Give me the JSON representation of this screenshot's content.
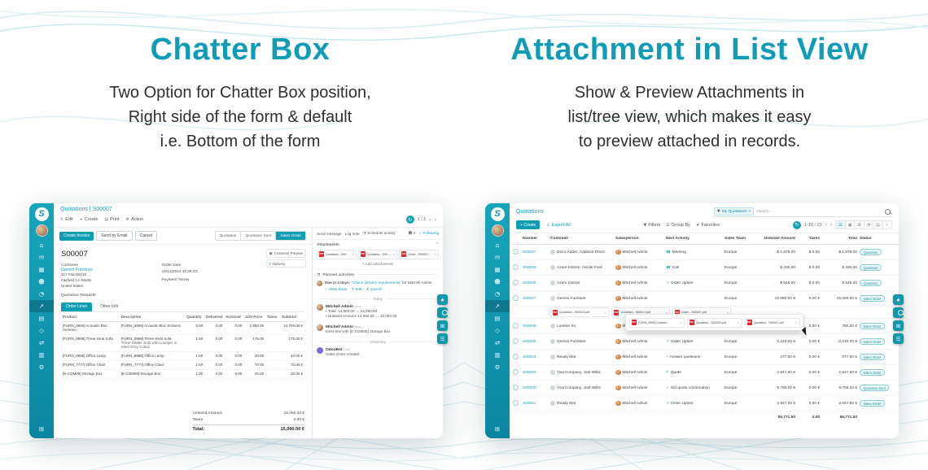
{
  "features": {
    "chatter": {
      "title": "Chatter Box",
      "subtitle": [
        "Two Option for Chatter Box position,",
        "Right side of the form & default",
        "i.e. Bottom of the form"
      ]
    },
    "attachment": {
      "title": "Attachment in List View",
      "subtitle": [
        "Show & Preview Attachments in",
        "list/tree view, which makes it easy",
        "to preview attached in records."
      ]
    }
  },
  "sidebar": {
    "logo": "S"
  },
  "form_app": {
    "breadcrumb": "Quotations | S00007",
    "toolbar": {
      "edit": "Edit",
      "create": "Create",
      "print": "Print",
      "action": "Action",
      "pager": "1 / 1"
    },
    "header": {
      "create_invoice": "Create Invoice",
      "send_by_email": "Send by Email",
      "cancel": "Cancel",
      "statusbar": [
        "Quotation",
        "Quotation Sent",
        "Sales Order"
      ]
    },
    "smart_buttons": {
      "preview": "Customer Preview",
      "delivery_count": "2",
      "delivery": "Delivery"
    },
    "record": {
      "name": "S00007",
      "customer_label": "Customer",
      "customer_name": "Gemini Furniture",
      "address": [
        "317 Fairchild Dr",
        "Fairfield CA 94535",
        "United States"
      ],
      "order_date_label": "Order Date",
      "order_date": "10/12/2022 11:05:23",
      "payment_terms_label": "Payment Terms",
      "quotation_template_label": "Quotation Template"
    },
    "tabs": {
      "order_lines": "Order Lines",
      "other_info": "Other Info"
    },
    "order_lines": {
      "headers": [
        "Product",
        "Description",
        "Quantity",
        "Delivered",
        "Invoiced",
        "Unit Price",
        "Taxes",
        "Subtotal"
      ],
      "rows": [
        {
          "product": "[FURN_6666] Acoustic Bloc Screens",
          "desc": "[FURN_6666] Acoustic Bloc Screens",
          "qty": "5.00",
          "delivered": "0.00",
          "invoiced": "0.00",
          "unit_price": "2,950.00",
          "subtotal": "14,750.00 €"
        },
        {
          "product": "[FURN_8999] Three-Seat Sofa",
          "desc": "[FURN_8999] Three-Seat Sofa",
          "desc2": "Three Seater Sofa with Lounger in Steel Grey Colour",
          "qty": "1.00",
          "delivered": "0.00",
          "invoiced": "0.00",
          "unit_price": "175.00",
          "subtotal": "175.00 €"
        },
        {
          "product": "[FURN_8888] Office Lamp",
          "desc": "[FURN_8888] Office Lamp",
          "qty": "1.00",
          "delivered": "0.00",
          "invoiced": "0.00",
          "unit_price": "40.00",
          "subtotal": "40.00 €"
        },
        {
          "product": "[FURN_7777] Office Chair",
          "desc": "[FURN_7777] Office Chair",
          "qty": "1.00",
          "delivered": "0.00",
          "invoiced": "0.00",
          "unit_price": "70.00",
          "subtotal": "70.00 €"
        },
        {
          "product": "[E-COM08] Storage Box",
          "desc": "[E-COM08] Storage Box",
          "qty": "1.00",
          "delivered": "0.00",
          "invoiced": "0.00",
          "unit_price": "25.00",
          "subtotal": "25.00 €"
        }
      ]
    },
    "totals": {
      "untaxed_label": "Untaxed Amount:",
      "untaxed": "15,060.00 €",
      "taxes_label": "Taxes",
      "taxes": "0.00 €",
      "total_label": "Total:",
      "total": "15,060.00 €"
    },
    "chatter": {
      "send_message": "Send message",
      "log_note": "Log note",
      "schedule_activity": "Schedule activity",
      "followers_count": "2",
      "following": "Following",
      "attachments_title": "Attachments",
      "files": [
        "Quotation - S00023.pdf",
        "Quotation - S00017.pdf",
        "Order - S00007.pdf"
      ],
      "add_attachments": "Add attachments",
      "planned_title": "Planned activities",
      "activity": {
        "due": "Due in 4 days:",
        "summary": "\"Check delivery requirements\"",
        "assignee": "for Mitchell Admin",
        "mark_done": "Mark Done",
        "edit": "Edit",
        "cancel": "Cancel"
      },
      "today": "Today",
      "yesterday": "Yesterday",
      "messages": [
        {
          "author": "Mitchell Admin",
          "meta": "now",
          "line1": "Total: 14,950.00 → 15,060.00",
          "line2": "Untaxed Amount: 14,950.00 → 15,060.00"
        },
        {
          "author": "Mitchell Admin",
          "meta": "now",
          "line1": "Extra line with [E-COM08] Storage Box"
        },
        {
          "author": "OdooBot",
          "meta": "now",
          "line1": "Sales Order created"
        }
      ]
    }
  },
  "list_app": {
    "breadcrumb": "Quotations",
    "search": {
      "facet": "My Quotations",
      "placeholder": "Search..."
    },
    "controls": {
      "create": "Create",
      "export": "Export All",
      "filters": "Filters",
      "group_by": "Group By",
      "favorites": "Favorites",
      "pager": "1-10 / 10"
    },
    "table": {
      "headers": [
        "Number",
        "Customer",
        "Salesperson",
        "Next Activity",
        "Sales Team",
        "Untaxed Amount",
        "Taxes",
        "Total",
        "Status"
      ],
      "rows": [
        {
          "number": "S00027",
          "customer": "Deco Addict, Addison Olson",
          "salesperson": "Mitchell Admin",
          "activity_icon": "☎",
          "activity": "Meeting",
          "team": "Europe",
          "untaxed": "$ 1,878.00",
          "taxes": "$ 0.00",
          "total": "$ 1,878.00",
          "status": "Quotation"
        },
        {
          "number": "S00026",
          "customer": "Azure Interior, Nicole Ford",
          "salesperson": "Mitchell Admin",
          "activity_icon": "☎",
          "activity": "Call",
          "team": "Europe",
          "untaxed": "$ 320.00",
          "taxes": "$ 0.00",
          "total": "$ 320.00",
          "status": "Quotation"
        },
        {
          "number": "S00025",
          "customer": "Azure Interior",
          "salesperson": "Mitchell Admin",
          "activity_icon": "↗",
          "activity": "Order Upsell",
          "team": "Europe",
          "untaxed": "$ 546.00",
          "taxes": "$ 0.00",
          "total": "$ 546.00",
          "status": "Quotation"
        },
        {
          "number": "S00007",
          "customer": "Gemini Furniture",
          "salesperson": "Mitchell Admin",
          "activity_icon": "",
          "activity": "",
          "team": "Europe",
          "untaxed": "15,060.00 €",
          "taxes": "0.00 €",
          "total": "15,060.00 €",
          "status": "Sales Order"
        },
        {
          "number": "S00006",
          "customer": "Lumber Inc",
          "salesperson": "Mitchell Admin",
          "activity_icon": "✓",
          "activity": "To Do",
          "team": "America",
          "untaxed": "750.00 €",
          "taxes": "0.00 €",
          "total": "750.00 €",
          "status": "Sales Order"
        },
        {
          "number": "S00005",
          "customer": "Gemini Furniture",
          "salesperson": "Mitchell Admin",
          "activity_icon": "↗",
          "activity": "Order Upsell",
          "team": "Europe",
          "untaxed": "2,240.00 €",
          "taxes": "0.00 €",
          "total": "2,240.00 €",
          "status": "Sales Order"
        },
        {
          "number": "S00004",
          "customer": "Ready Mat",
          "salesperson": "Mitchell Admin",
          "activity_icon": "?",
          "activity": "Answer questions",
          "team": "Europe",
          "untaxed": "377.50 €",
          "taxes": "0.00 €",
          "total": "377.50 €",
          "status": "Sales Order"
        },
        {
          "number": "S00003",
          "customer": "YourCompany, Joel Willis",
          "salesperson": "Mitchell Admin",
          "activity_icon": "✎",
          "activity": "Quote",
          "team": "Europe",
          "untaxed": "2,947.50 €",
          "taxes": "0.00 €",
          "total": "2,947.50 €",
          "status": "Sales Order"
        },
        {
          "number": "S00002",
          "customer": "YourCompany, Joel Willis",
          "salesperson": "Mitchell Admin",
          "activity_icon": "✓",
          "activity": "Set quote confirmation",
          "team": "Europe",
          "untaxed": "9,755.00 €",
          "taxes": "0.00 €",
          "total": "9,755.00 €",
          "status": "Quotation Sent"
        },
        {
          "number": "S00001",
          "customer": "Ready Mat",
          "salesperson": "Mitchell Admin",
          "activity_icon": "↗",
          "activity": "Order Upsell",
          "team": "Europe",
          "untaxed": "2,947.50 €",
          "taxes": "0.00 €",
          "total": "2,947.50 €",
          "status": "Sales Order"
        }
      ]
    },
    "popup_attachments": [
      "[FURN_8999] Custom...",
      "Quotation - S00023.pdf",
      "Quotation - S00017.pdf"
    ],
    "inline_attachments": [
      "Quotation - S00023.pdf",
      "Quotation - S00017.pdf",
      "Order - S00007.pdf"
    ],
    "footer": {
      "untaxed": "86,771.50",
      "taxes": "0.00",
      "total": "86,771.50"
    }
  }
}
